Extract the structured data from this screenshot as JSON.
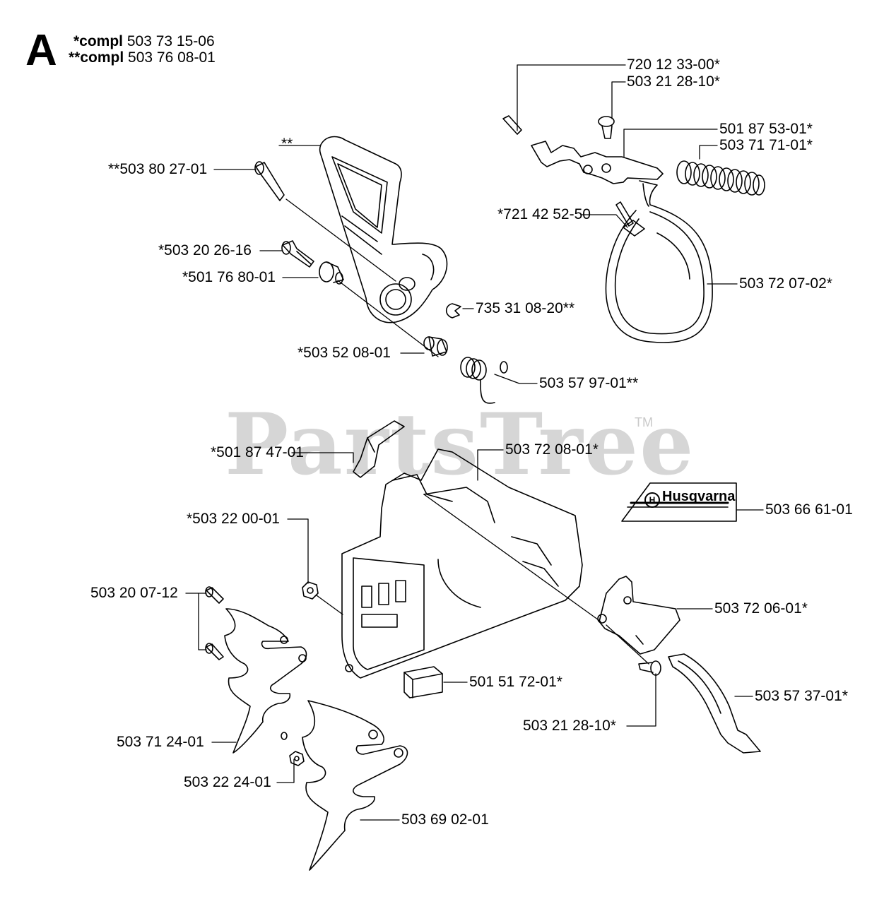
{
  "section_letter": "A",
  "kits": [
    {
      "mark": "*compl",
      "number": "503 73 15-06"
    },
    {
      "mark": "**compl",
      "number": "503 76 08-01"
    }
  ],
  "watermark": "PartsTree",
  "watermark_tm": "TM",
  "decal_brand": "Husqvarna",
  "parts": {
    "p720_12_33": "720 12 33-00*",
    "p503_21_28_top": "503 21 28-10*",
    "p501_87_53": "501 87 53-01*",
    "p503_71_71": "503 71 71-01*",
    "p_cover_mark": "**",
    "p503_80_27": "**503 80 27-01",
    "p721_42_52": "*721 42 52-50",
    "p503_20_26": "*503 20 26-16",
    "p501_76_80": "*501 76 80-01",
    "p503_72_07": "503 72 07-02*",
    "p735_31_08": "735 31 08-20**",
    "p503_52_08": "*503 52 08-01",
    "p503_57_97": "503 57 97-01**",
    "p501_87_47": "*501 87 47-01",
    "p503_72_08": "503 72 08-01*",
    "p503_66_61": "503 66 61-01",
    "p503_22_00": "*503 22 00-01",
    "p503_20_07": "503 20 07-12",
    "p503_72_06": "503 72 06-01*",
    "p501_51_72": "501 51 72-01*",
    "p503_57_37": "503 57 37-01*",
    "p503_21_28_bottom": "503 21 28-10*",
    "p503_71_24": "503 71 24-01",
    "p503_22_24": "503 22 24-01",
    "p503_69_02": "503 69 02-01"
  }
}
